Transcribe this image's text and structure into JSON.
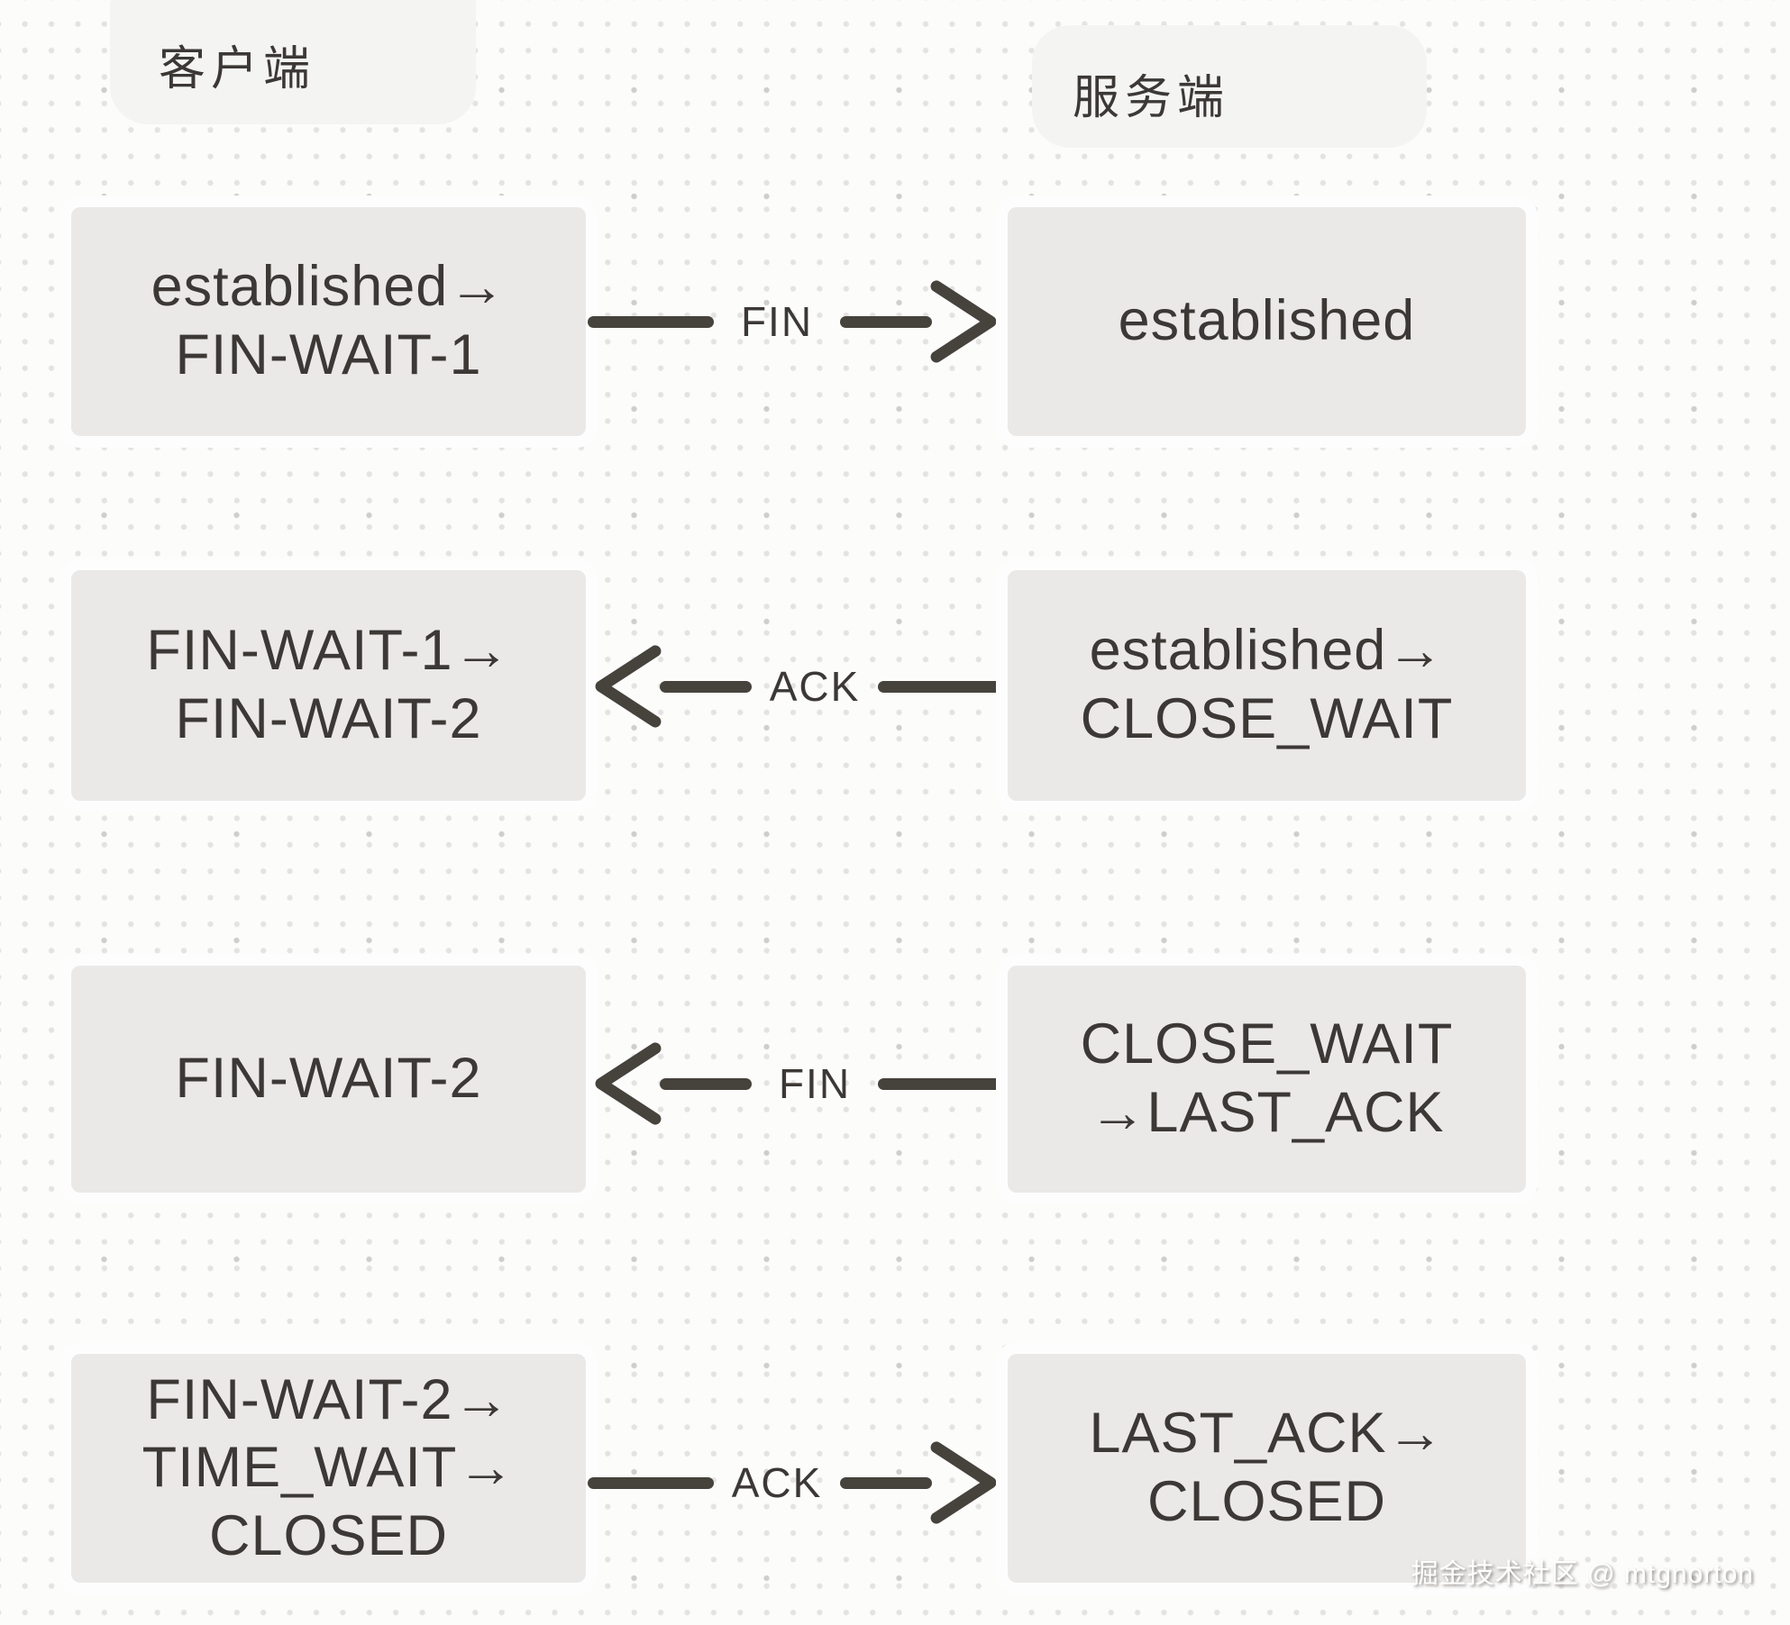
{
  "headers": {
    "client": "客户端",
    "server": "服务端"
  },
  "rows": [
    {
      "client": "established→\nFIN-WAIT-1",
      "arrow": {
        "label": "FIN",
        "direction": "right"
      },
      "server": "established"
    },
    {
      "client": "FIN-WAIT-1→\nFIN-WAIT-2",
      "arrow": {
        "label": "ACK",
        "direction": "left"
      },
      "server": "established→\nCLOSE_WAIT"
    },
    {
      "client": "FIN-WAIT-2",
      "arrow": {
        "label": "FIN",
        "direction": "left"
      },
      "server": "CLOSE_WAIT\n→LAST_ACK"
    },
    {
      "client": "FIN-WAIT-2→\nTIME_WAIT→\nCLOSED",
      "arrow": {
        "label": "ACK",
        "direction": "right"
      },
      "server": "LAST_ACK→\nCLOSED"
    }
  ],
  "watermark": "掘金技术社区 @ mtgnorton",
  "colors": {
    "background": "#fcfcfb",
    "dot": "#e4e3e2",
    "dot_dark": "#cfcecd",
    "card_fill": "#f4f4f3",
    "box_fill": "#eae9e8",
    "box_ring": "#fdfdfd",
    "text": "#3b3835",
    "arrow": "#46423c",
    "watermark": "#ffffff"
  }
}
